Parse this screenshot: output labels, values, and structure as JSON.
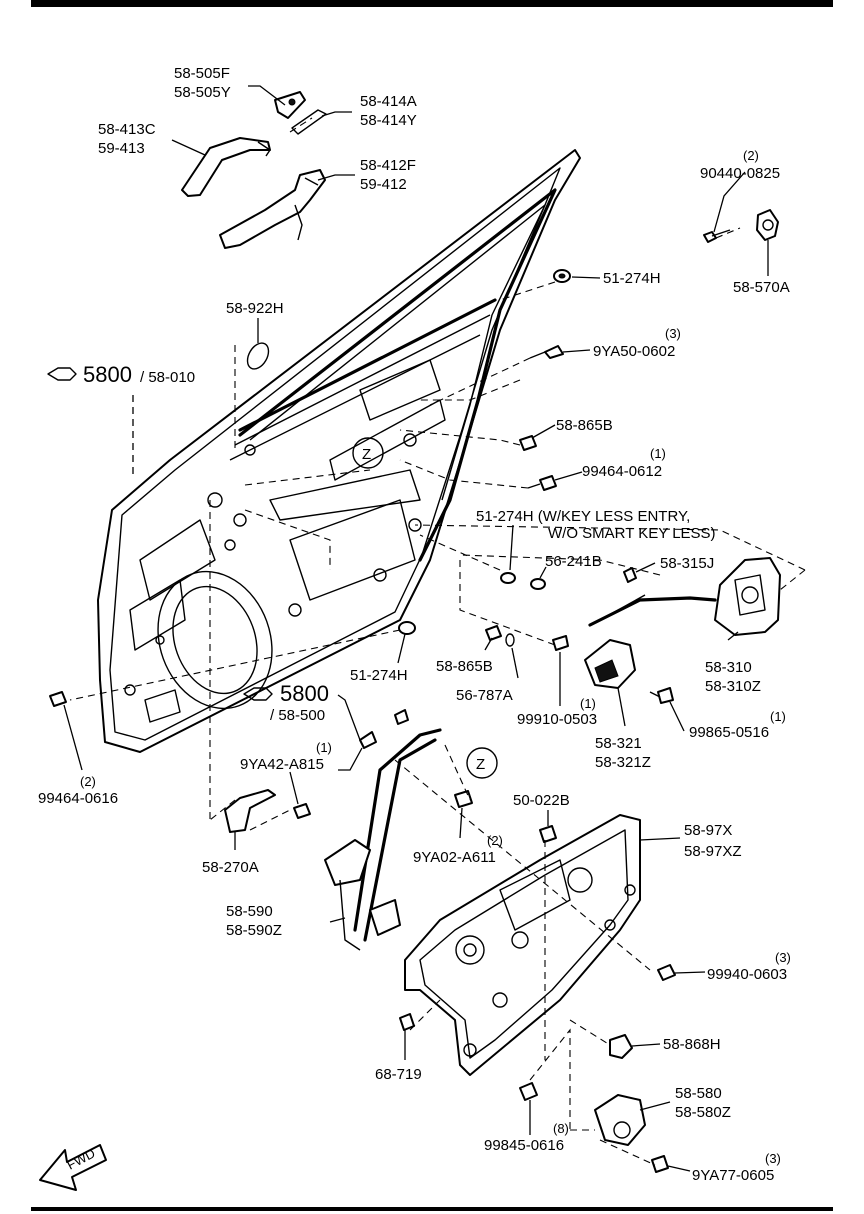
{
  "labels": {
    "p58_505F": "58-505F",
    "p58_505Y": "58-505Y",
    "p58_414A": "58-414A",
    "p58_414Y": "58-414Y",
    "p58_413C": "58-413C",
    "p59_413": "59-413",
    "p58_412F": "58-412F",
    "p59_412": "59-412",
    "p90440_0825": "90440-0825",
    "q90440": "(2)",
    "p58_570A": "58-570A",
    "p51_274H_top": "51-274H",
    "p58_922H": "58-922H",
    "p9YA50_0602": "9YA50-0602",
    "q9YA50": "(3)",
    "door_assy_code": "5800",
    "door_assy_part": "/ 58-010",
    "p58_865B_top": "58-865B",
    "p99464_0612": "99464-0612",
    "q99464_0612": "(1)",
    "zone_z": "Z",
    "p51_274H_mid": "51-274H (W/KEY LESS ENTRY,",
    "p51_274H_mid2": "W/O SMART KEY LESS)",
    "p56_241B": "56-241B",
    "p58_315J": "58-315J",
    "p58_310": "58-310",
    "p58_310Z": "58-310Z",
    "p51_274H_low": "51-274H",
    "p58_865B_low": "58-865B",
    "p56_787A": "56-787A",
    "p99910_0503": "99910-0503",
    "q99910": "(1)",
    "p58_321": "58-321",
    "p58_321Z": "58-321Z",
    "p99865_0516": "99865-0516",
    "q99865": "(1)",
    "sub_code": "5800",
    "sub_part": "/ 58-500",
    "q9YA42": "(1)",
    "p9YA42_A815": "9YA42-A815",
    "p99464_0616": "99464-0616",
    "q99464_0616": "(2)",
    "p58_270A": "58-270A",
    "p50_022B": "50-022B",
    "p58_97X": "58-97X",
    "p58_97XZ": "58-97XZ",
    "q9YA02": "(2)",
    "p9YA02_A611": "9YA02-A611",
    "p58_590": "58-590",
    "p58_590Z": "58-590Z",
    "p99940_0603": "99940-0603",
    "q99940": "(3)",
    "p58_868H": "58-868H",
    "p68_719": "68-719",
    "p58_580": "58-580",
    "p58_580Z": "58-580Z",
    "p99845_0616": "99845-0616",
    "q99845": "(8)",
    "p9YA77_0605": "9YA77-0605",
    "q9YA77": "(3)",
    "fwd": "FWD"
  }
}
